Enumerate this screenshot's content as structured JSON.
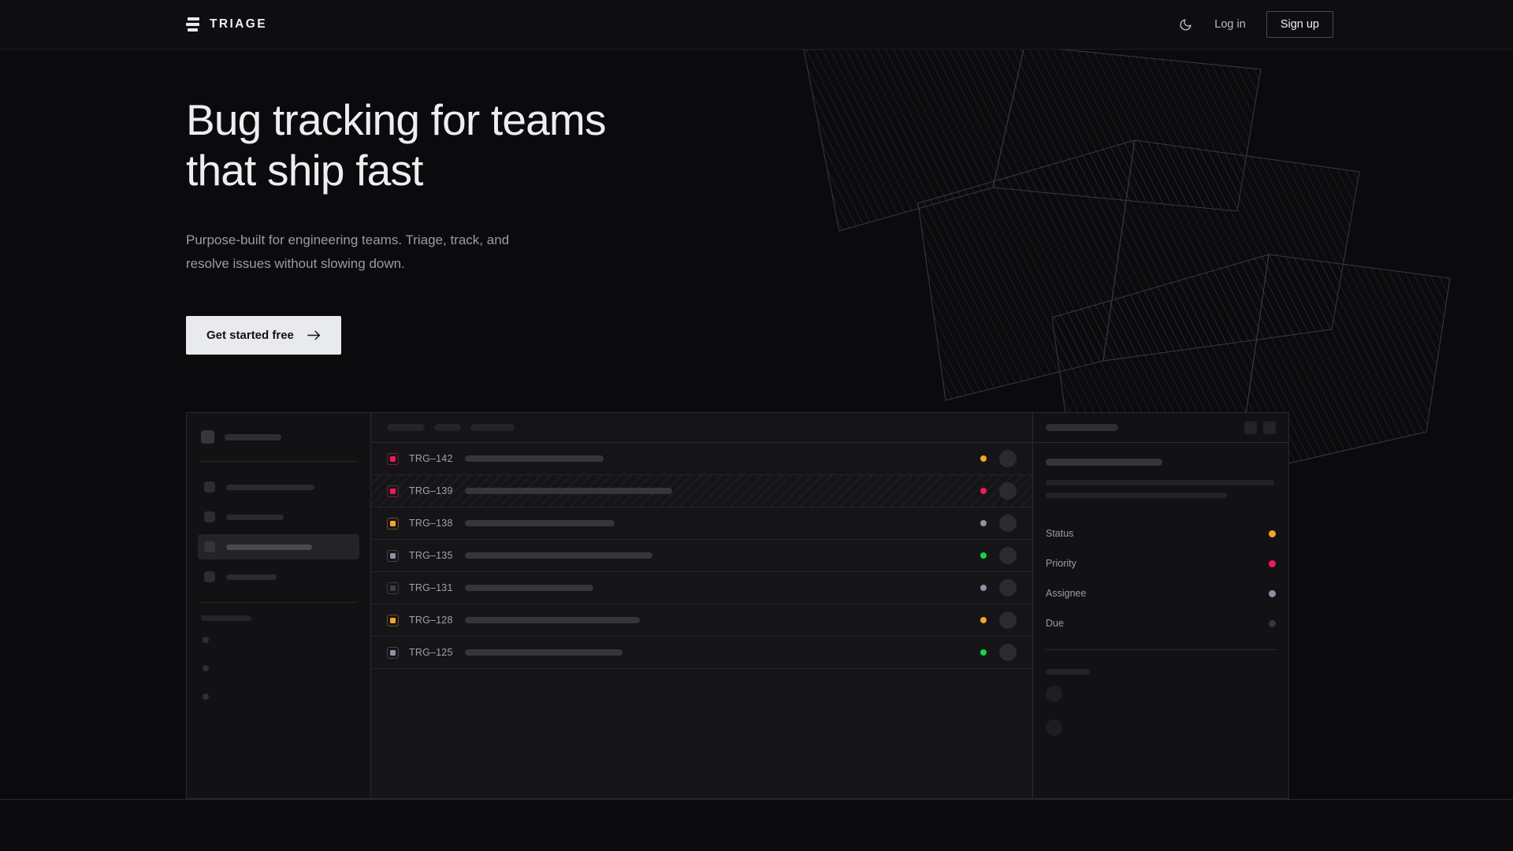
{
  "nav": {
    "brand": "TRIAGE",
    "brand_icon": "stacked-bars-logo-icon",
    "theme_toggle_icon": "moon-icon",
    "login_label": "Log in",
    "signup_label": "Sign up"
  },
  "hero": {
    "headline": "Bug tracking for teams\nthat ship fast",
    "subhead": "Purpose-built for engineering teams. Triage, track, and\nresolve issues without slowing down.",
    "cta_label": "Get started free",
    "cta_icon": "arrow-right-icon"
  },
  "colors": {
    "page_bg": "#0b0b0d",
    "nav_bg": "#0e0e10",
    "panel_bg": "#151518",
    "border": "#2a2a2e",
    "text_primary": "#edeef0",
    "text_muted": "#9a9ca2",
    "cta_bg": "#e9eaec",
    "status_orange": "#f5a524",
    "status_pink": "#f3175c",
    "status_green": "#17d14b",
    "status_slate": "#8a93a6",
    "status_gray": "#3a3b40"
  },
  "mockup": {
    "sidebar": {
      "workspace_label": "workspace-skeleton",
      "nav_items": [
        {
          "name": "nav-item-1",
          "width": 112,
          "active": false
        },
        {
          "name": "nav-item-2",
          "width": 73,
          "active": false
        },
        {
          "name": "nav-item-3",
          "width": 109,
          "active": true
        },
        {
          "name": "nav-item-4",
          "width": 64,
          "active": false
        }
      ],
      "section_label": "section-skeleton",
      "mini_dots": 3
    },
    "toolbar": {
      "pills": [
        48,
        34,
        56
      ]
    },
    "issues": [
      {
        "id": "TRG–142",
        "priority_color": "#f3175c",
        "priority_border": "#6d2339",
        "title_width": 176,
        "status_color": "#f5a524",
        "selected": false
      },
      {
        "id": "TRG–139",
        "priority_color": "#f3175c",
        "priority_border": "#6d2339",
        "title_width": 263,
        "status_color": "#f3175c",
        "selected": true
      },
      {
        "id": "TRG–138",
        "priority_color": "#f5a524",
        "priority_border": "#6b5120",
        "title_width": 190,
        "status_color": "#8a93a6",
        "selected": false
      },
      {
        "id": "TRG–135",
        "priority_color": "#8a93a6",
        "priority_border": "#3f434d",
        "title_width": 238,
        "status_color": "#17d14b",
        "selected": false
      },
      {
        "id": "TRG–131",
        "priority_color": "#3e4045",
        "priority_border": "#3a3b40",
        "title_width": 163,
        "status_color": "#8a93a6",
        "selected": false
      },
      {
        "id": "TRG–128",
        "priority_color": "#f5a524",
        "priority_border": "#6b5120",
        "title_width": 222,
        "status_color": "#f5a524",
        "selected": false
      },
      {
        "id": "TRG–125",
        "priority_color": "#8a93a6",
        "priority_border": "#3f434d",
        "title_width": 200,
        "status_color": "#17d14b",
        "selected": false
      }
    ],
    "detail": {
      "header_actions": [
        "detail-action-1",
        "detail-action-2"
      ],
      "body_lines": [
        290,
        230
      ],
      "fields": [
        {
          "label": "Status",
          "dot": "#f5a524"
        },
        {
          "label": "Priority",
          "dot": "#f3175c"
        },
        {
          "label": "Assignee",
          "dot": "#8a93a6"
        },
        {
          "label": "Due",
          "dot": "#36373c"
        }
      ],
      "activity_avatars": 2
    }
  }
}
